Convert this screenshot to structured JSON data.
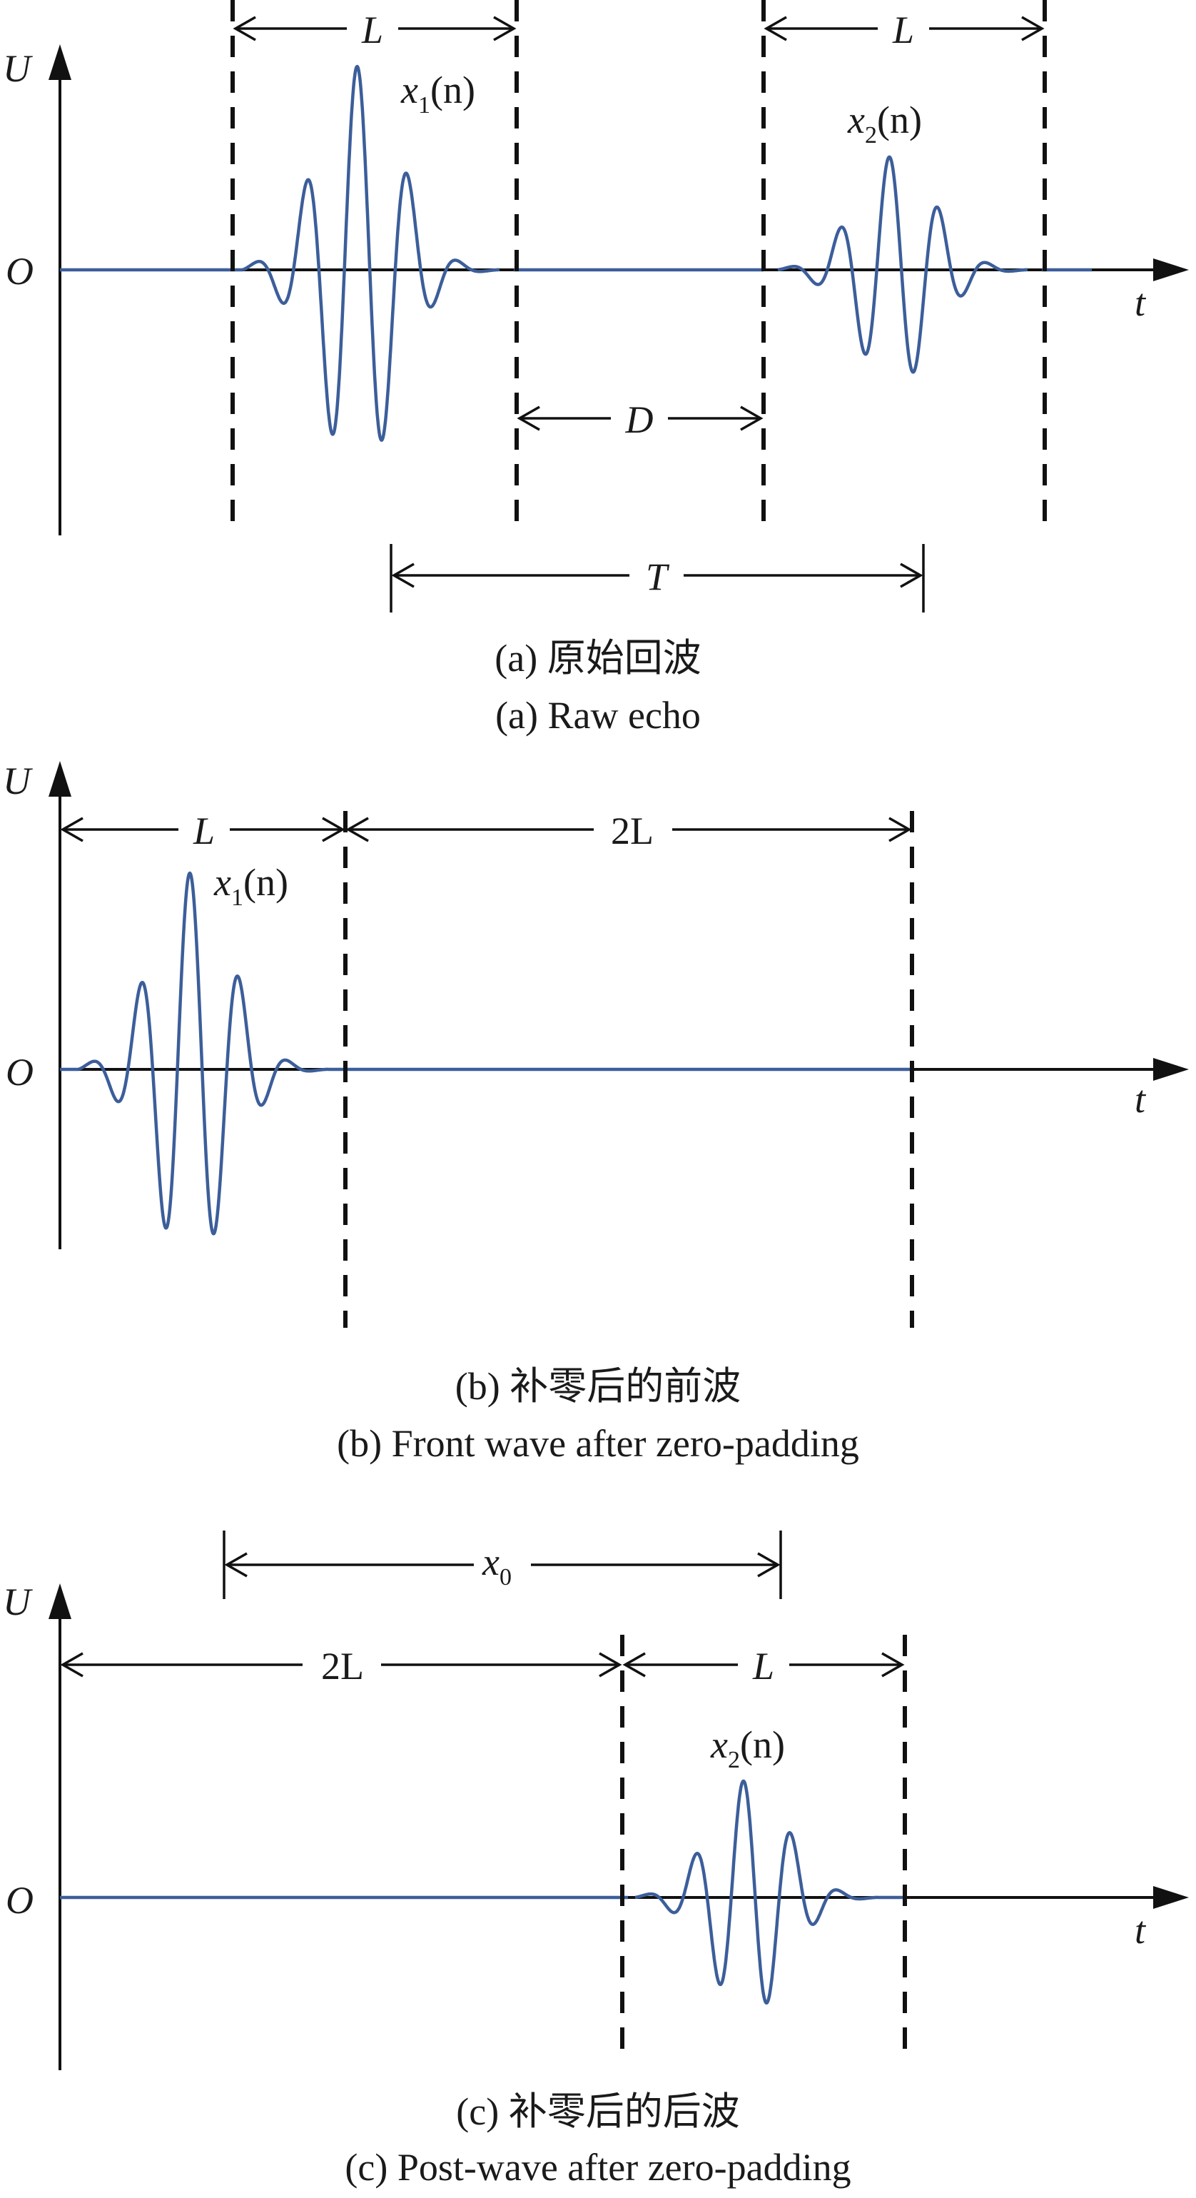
{
  "axes": {
    "vertical": "U",
    "horizontal": "t",
    "origin": "O"
  },
  "panel_a": {
    "caption_cn": "(a) 原始回波",
    "caption_en": "(a) Raw echo",
    "wave1": {
      "name": "x",
      "sub": "1",
      "arg": "(n)"
    },
    "wave2": {
      "name": "x",
      "sub": "2",
      "arg": "(n)"
    },
    "dim_L1": "L",
    "dim_L2": "L",
    "dim_D": "D",
    "dim_T": "T"
  },
  "panel_b": {
    "caption_cn": "(b) 补零后的前波",
    "caption_en": "(b) Front wave after zero-padding",
    "wave1": {
      "name": "x",
      "sub": "1",
      "arg": "(n)"
    },
    "dim_L": "L",
    "dim_2L": "2L"
  },
  "panel_c": {
    "caption_cn": "(c) 补零后的后波",
    "caption_en": "(c) Post-wave after zero-padding",
    "wave2": {
      "name": "x",
      "sub": "2",
      "arg": "(n)"
    },
    "dim_x0": {
      "name": "x",
      "sub": "0"
    },
    "dim_2L": "2L",
    "dim_L": "L"
  },
  "colors": {
    "wave": "#3c5e9a",
    "ink": "#111111"
  }
}
